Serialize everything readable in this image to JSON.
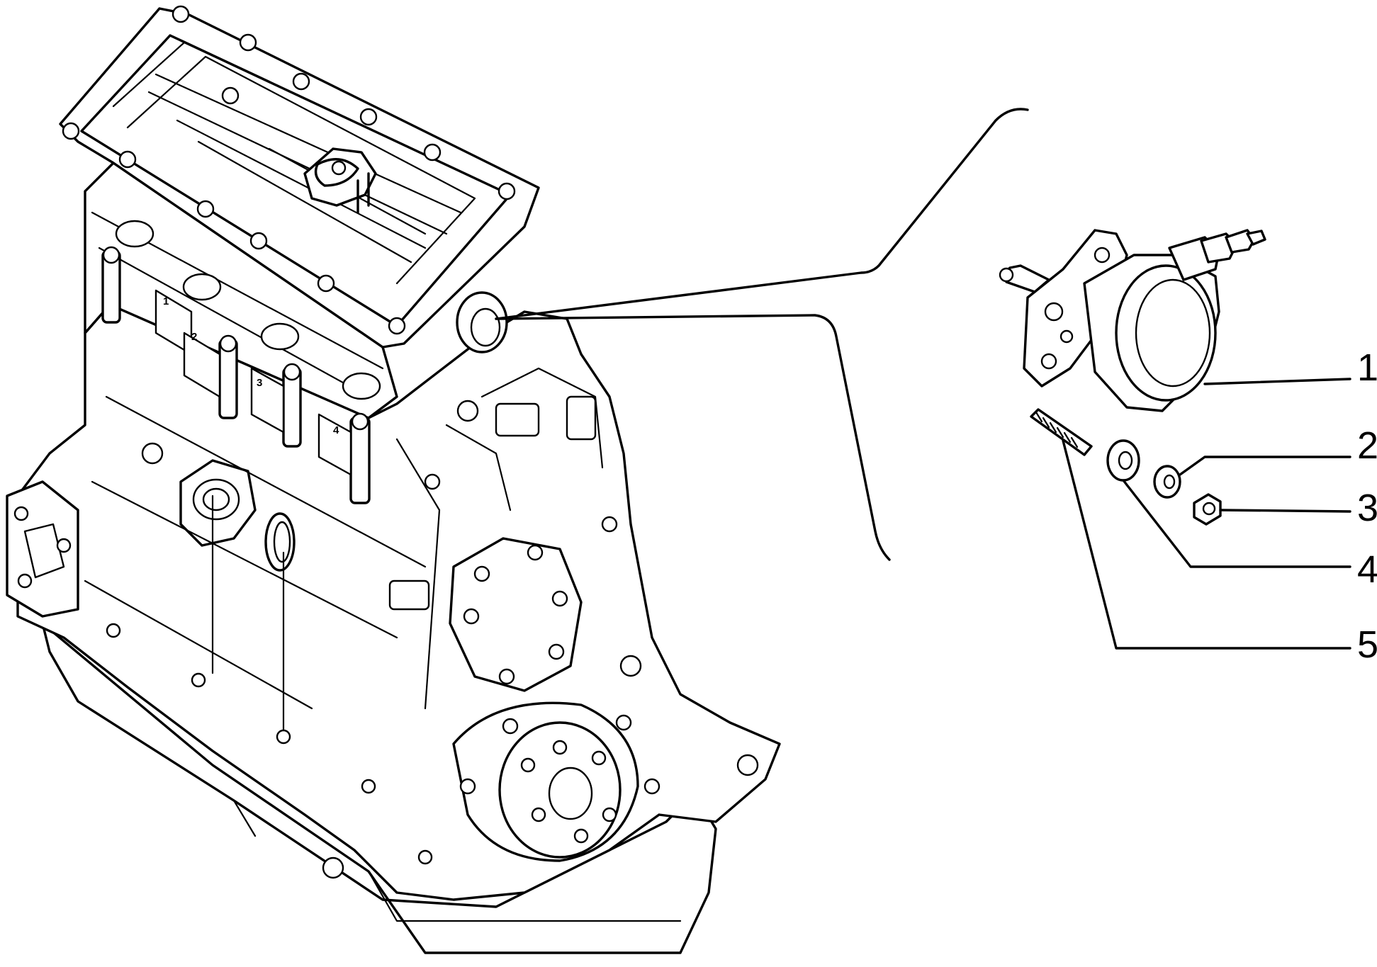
{
  "callouts": [
    {
      "number": "1",
      "part": "injection-pump"
    },
    {
      "number": "2",
      "part": "washer"
    },
    {
      "number": "3",
      "part": "nut"
    },
    {
      "number": "4",
      "part": "washer"
    },
    {
      "number": "5",
      "part": "stud"
    }
  ],
  "cylinder_marks": [
    "1",
    "2",
    "3",
    "4"
  ],
  "colors": {
    "line": "#000000",
    "background": "#ffffff"
  }
}
